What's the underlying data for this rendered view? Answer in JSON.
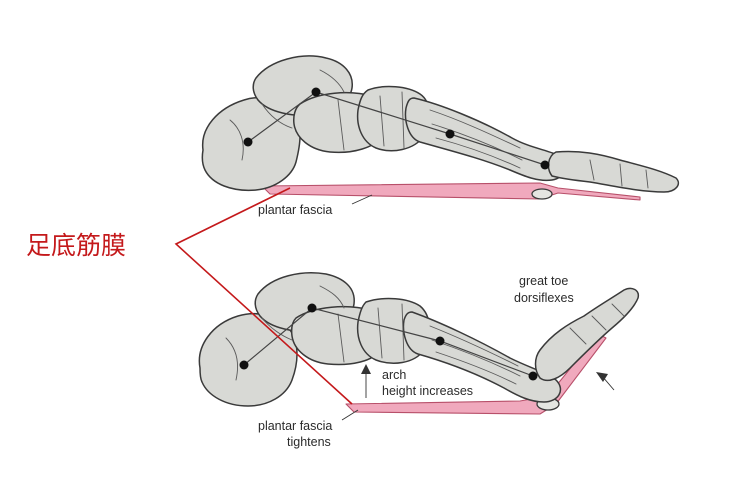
{
  "title": "足底筋膜",
  "top_foot": {
    "fascia_label": "plantar fascia"
  },
  "bottom_foot": {
    "toe_label_line1": "great toe",
    "toe_label_line2": "dorsiflexes",
    "arch_label_line1": "arch",
    "arch_label_line2": "height increases",
    "fascia_label_line1": "plantar fascia",
    "fascia_label_line2": "tightens"
  },
  "colors": {
    "title": "#c4191b",
    "bone_fill": "#d8d9d5",
    "bone_stroke": "#3a3a3a",
    "fascia": "#f0a9bd",
    "pointer_line": "#c4191b"
  }
}
